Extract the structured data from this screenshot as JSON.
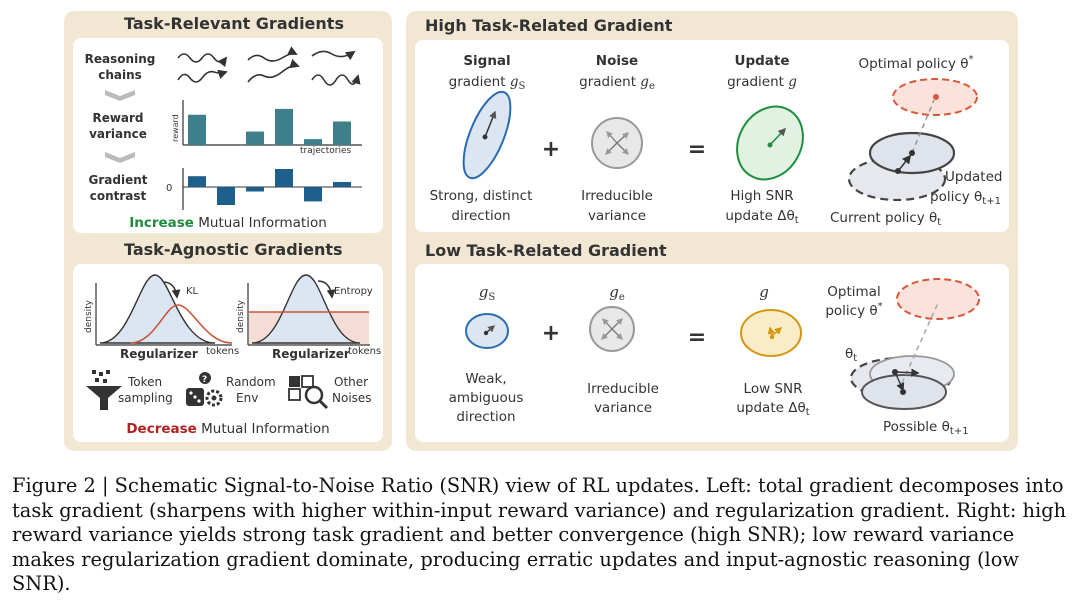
{
  "left": {
    "relevant": {
      "title": "Task-Relevant Gradients",
      "reasoning_label": [
        "Reasoning",
        "chains"
      ],
      "reward_label": [
        "Reward",
        "variance"
      ],
      "reward_axis": "reward",
      "trajectories_axis": "trajectories",
      "reward_values": [
        0.72,
        0,
        0.32,
        0.86,
        0.14,
        0.56
      ],
      "contrast_label": [
        "Gradient",
        "contrast"
      ],
      "contrast_zero": "0",
      "contrast_values": [
        0.6,
        -1.0,
        -0.25,
        1.0,
        -0.8,
        0.28
      ],
      "footer_em": "Increase",
      "footer_rest": " Mutual Information",
      "footer_color": "#1e8e3e"
    },
    "agnostic": {
      "title": "Task-Agnostic Gradients",
      "plot1_annot": "KL",
      "plot2_annot": "Entropy",
      "density": "density",
      "regularizer": "Regularizer",
      "tokens": "tokens",
      "icons": [
        {
          "icon": "funnel-icon",
          "label": [
            "Token",
            "sampling"
          ]
        },
        {
          "icon": "dice-icon",
          "label": [
            "Random",
            "Env"
          ]
        },
        {
          "icon": "magnifier-icon",
          "label": [
            "Other",
            "Noises"
          ]
        }
      ],
      "footer_em": "Decrease",
      "footer_rest": " Mutual Information",
      "footer_color": "#b22222"
    }
  },
  "high": {
    "title": "High Task-Related Gradient",
    "signal_bold": "Signal",
    "signal_sub": "gradient",
    "noise_bold": "Noise",
    "noise_sub": "gradient",
    "update_bold": "Update",
    "update_sub": "gradient",
    "sym_gs": "g",
    "sym_gs_sub": "S",
    "sym_ge": "g",
    "sym_ge_sub": "e",
    "sym_g": "g",
    "plus": "+",
    "equals": "=",
    "signal_desc": [
      "Strong, distinct",
      "direction"
    ],
    "noise_desc": [
      "Irreducible",
      "variance"
    ],
    "update_desc1": "High SNR",
    "update_desc2": "update Δθ",
    "update_desc2_sub": "t",
    "optimal": "Optimal policy θ",
    "optimal_sup": "*",
    "updated1": "Updated",
    "updated2": "policy θ",
    "updated2_sub": "t+1",
    "current": "Current policy θ",
    "current_sub": "t"
  },
  "low": {
    "title": "Low Task-Related Gradient",
    "signal_desc": [
      "Weak,",
      "ambiguous",
      "direction"
    ],
    "noise_desc": [
      "Irreducible",
      "variance"
    ],
    "update_desc1": "Low SNR",
    "update_desc2": "update Δθ",
    "update_desc2_sub": "t",
    "optimal1": "Optimal",
    "optimal2": "policy θ",
    "optimal_sup": "*",
    "theta": "θ",
    "theta_sub": "t",
    "possible": "Possible θ",
    "possible_sub": "t+1"
  },
  "colors": {
    "panel": "#f2e7d2",
    "signal": "#2b6cb0",
    "update_high": "#1e8e3e",
    "update_low": "#d4960e",
    "optimal": "#d9573b",
    "bar_reward": "#3e7f8b",
    "bar_contrast": "#1f5f8b"
  },
  "caption": "Figure 2 | Schematic Signal-to-Noise Ratio (SNR) view of RL updates. Left: total gradient decomposes into task gradient (sharpens with higher within-input reward variance) and regularization gradient. Right: high reward variance yields strong task gradient and better convergence (high SNR); low reward variance makes regularization gradient dominate, producing erratic updates and input-agnostic reasoning (low SNR)."
}
